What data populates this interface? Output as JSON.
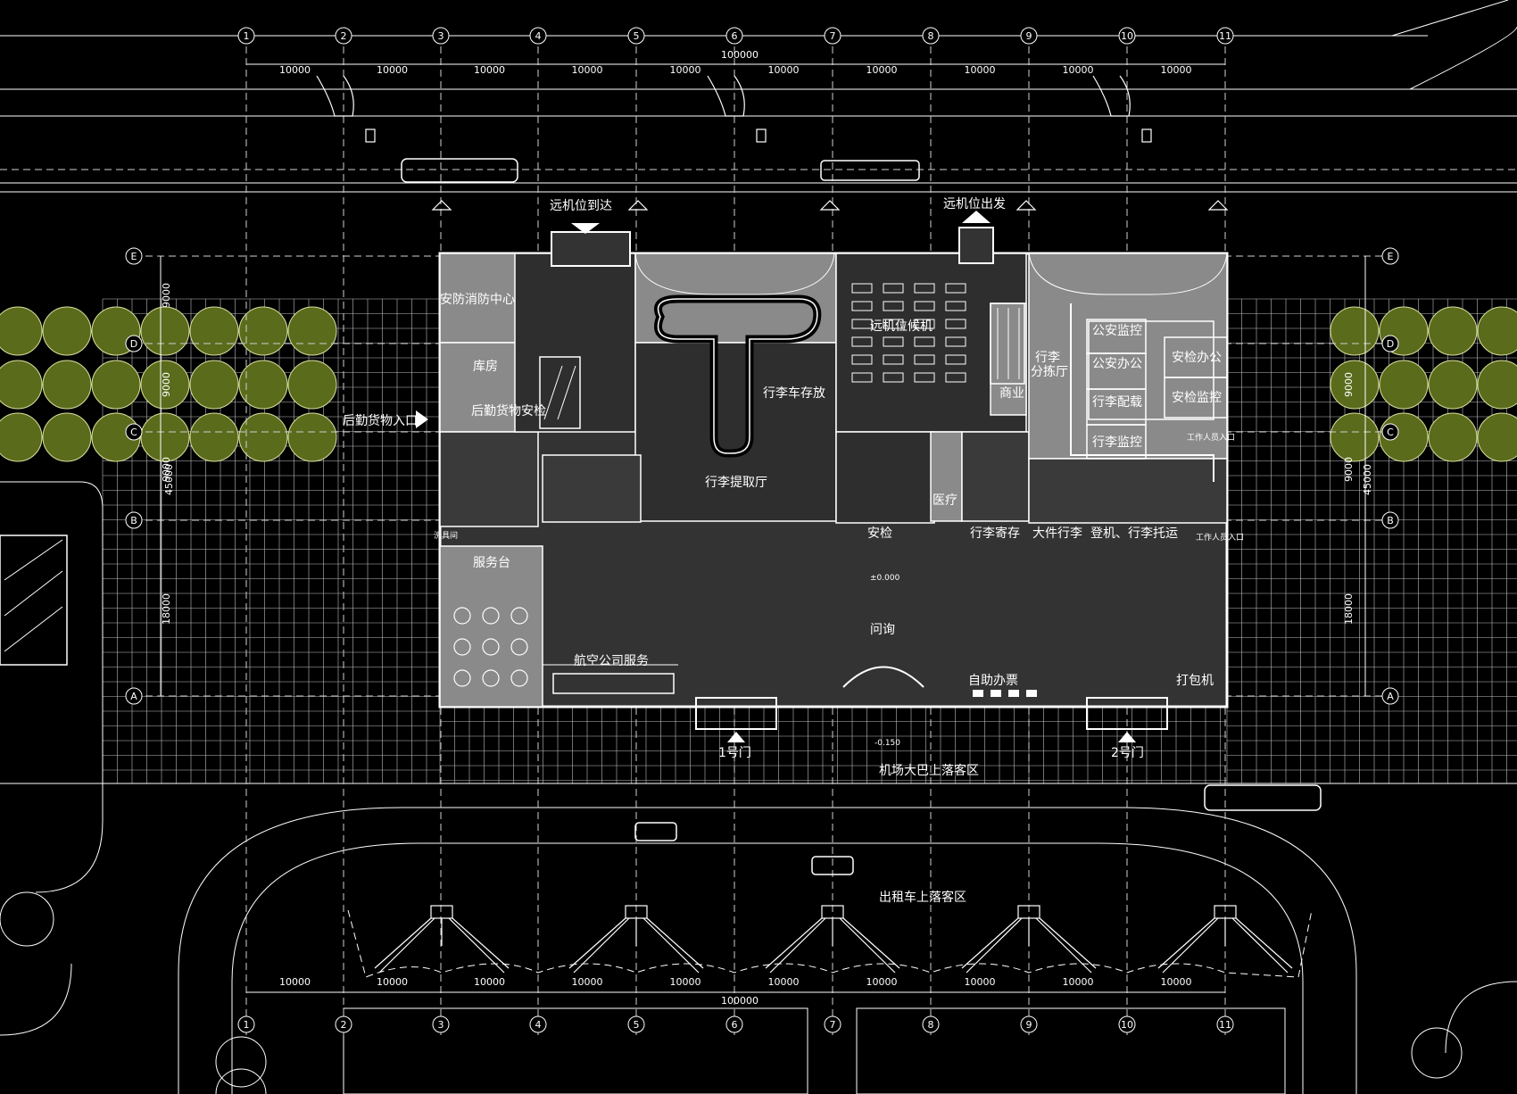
{
  "dimensions": {
    "bay": "10000",
    "total_width": "100000",
    "depth_total": "45000",
    "row_9000": "9000",
    "row_18000": "18000",
    "level_inside": "±0.000",
    "level_outside": "-0.150"
  },
  "grid_axes": {
    "columns": [
      "1",
      "2",
      "3",
      "4",
      "5",
      "6",
      "7",
      "8",
      "9",
      "10",
      "11"
    ],
    "rows": [
      "E",
      "D",
      "C",
      "B",
      "A"
    ]
  },
  "rooms": {
    "security_fire_center": "安防消防中心",
    "warehouse": "库房",
    "cargo_security": "后勤货物安检",
    "cart_storage": "行李车存放",
    "baggage_claim": "行李提取厅",
    "remote_waiting": "远机位候机",
    "commerce": "商业",
    "baggage_sorting_a": "行李",
    "baggage_sorting_b": "分拣厅",
    "police_monitor": "公安监控",
    "police_office": "公安办公",
    "security_office": "安检办公",
    "baggage_loading": "行李配载",
    "security_monitor": "安检监控",
    "baggage_monitor": "行李监控",
    "medical": "医疗",
    "security_check": "安检",
    "luggage_storage": "行李寄存",
    "oversize_baggage": "大件行李",
    "checkin_baggage": "登机、行李托运",
    "service_desk": "服务台",
    "airline_service": "航空公司服务",
    "inquiry": "问询",
    "self_ticketing": "自助办票",
    "packing_machine": "打包机",
    "staff_entrance_1": "工作人员入口",
    "staff_entrance_2": "工作人员入口",
    "tool_room": "洗具间"
  },
  "flow_labels": {
    "remote_arrival": "远机位到达",
    "remote_departure": "远机位出发",
    "logistics_entrance": "后勤货物入口",
    "door_1": "1号门",
    "door_2": "2号门",
    "bus_zone": "机场大巴上落客区",
    "taxi_zone": "出租车上落客区"
  },
  "colors": {
    "background": "#000000",
    "line": "#ffffff",
    "grid_line": "#bdbdbd",
    "room_light": "#8a8a8a",
    "room_dark": "#2e2e2e",
    "room_mid": "#3a3a3a",
    "hall": "#333333",
    "tree": "#5b6b1c"
  }
}
